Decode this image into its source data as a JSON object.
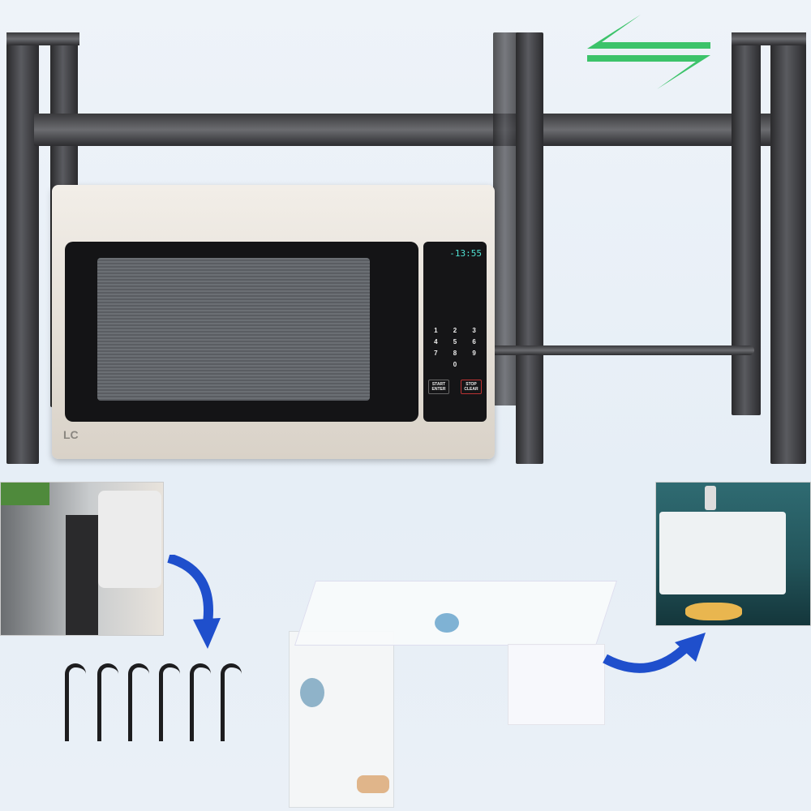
{
  "microwave": {
    "display": "-13:55",
    "logo": "LC",
    "keys": [
      "1",
      "2",
      "3",
      "4",
      "5",
      "6",
      "7",
      "8",
      "9",
      "0"
    ],
    "start_label": "START ENTER",
    "stop_label": "STOP CLEAR"
  },
  "icons": {
    "expand": "double-arrow-icon",
    "curve_arrow": "curved-arrow-icon"
  },
  "colors": {
    "arrow_green": "#3cc36a",
    "arrow_blue": "#1f4fcc",
    "rack": "#3a3a3d"
  }
}
